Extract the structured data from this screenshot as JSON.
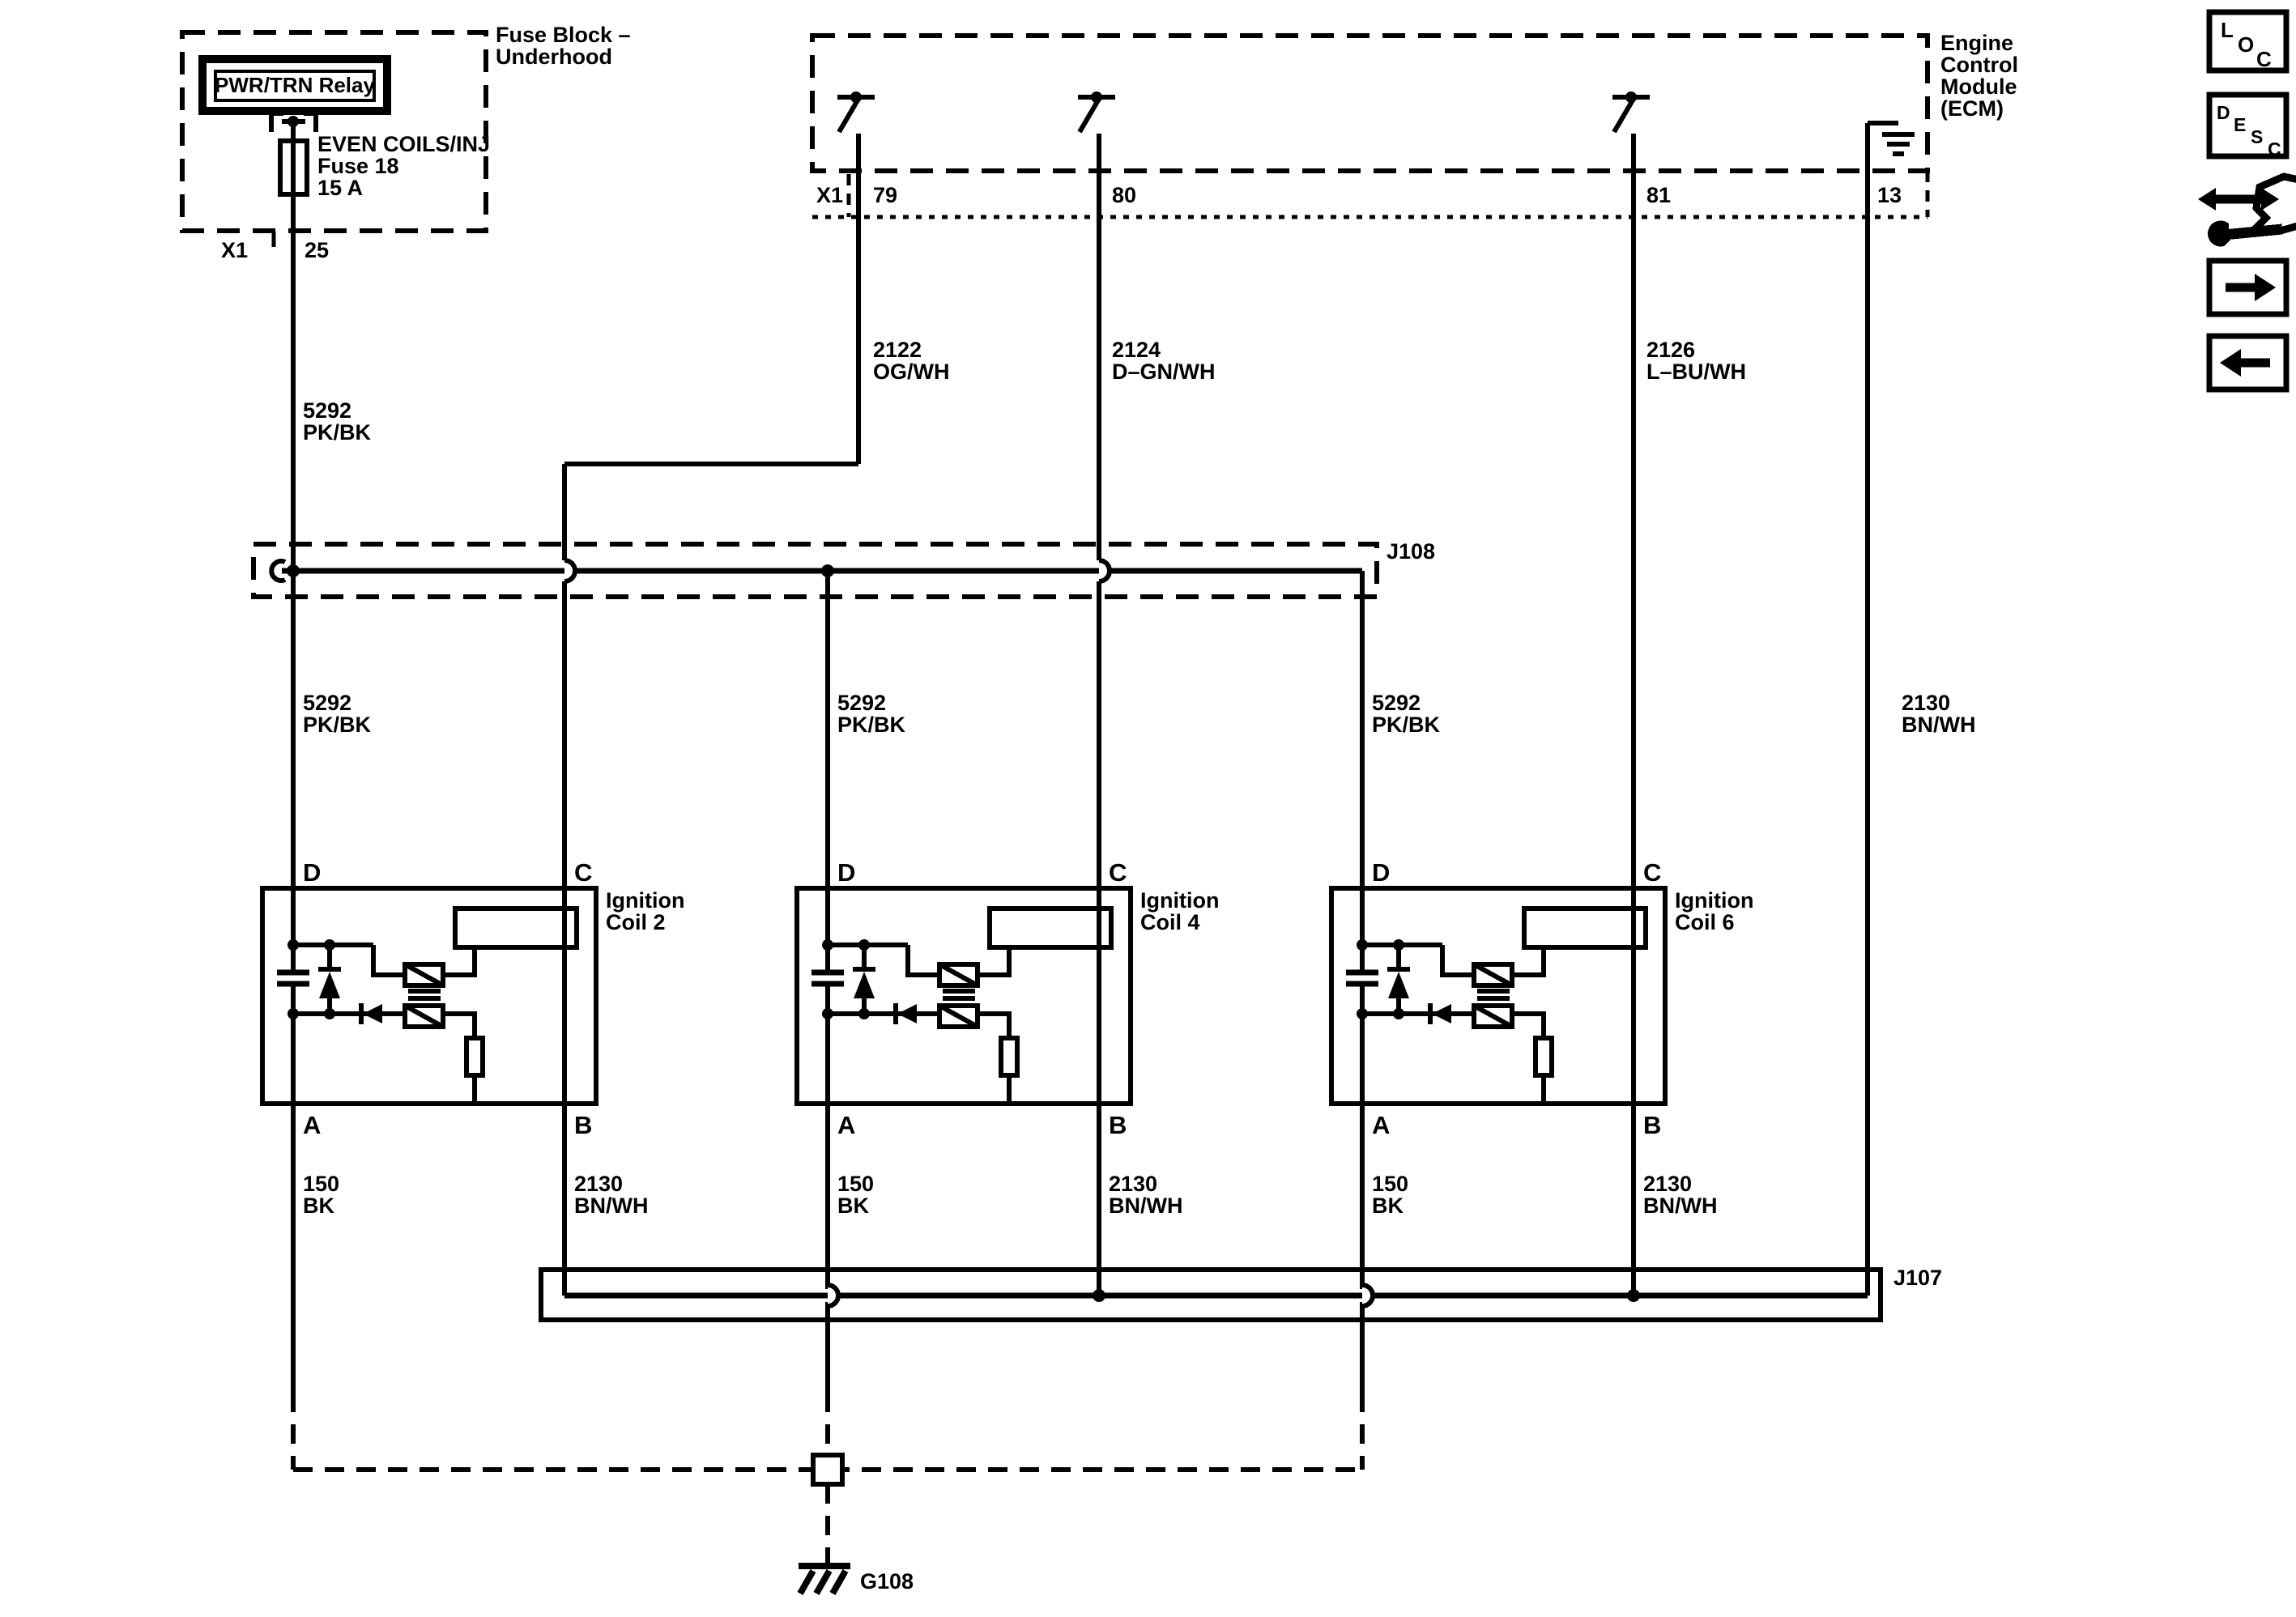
{
  "fuse_block": {
    "title1": "Fuse Block –",
    "title2": "Underhood",
    "relay_label": "PWR/TRN Relay",
    "fuse_line1": "EVEN COILS/INJ",
    "fuse_line2": "Fuse 18",
    "fuse_line3": "15 A",
    "connector": "X1",
    "pin": "25"
  },
  "ecm": {
    "title1": "Engine",
    "title2": "Control",
    "title3": "Module",
    "title4": "(ECM)",
    "connector": "X1",
    "pin79": "79",
    "pin80": "80",
    "pin81": "81",
    "pin13": "13"
  },
  "junctions": {
    "j108": "J108",
    "j107": "J107"
  },
  "ground": {
    "label": "G108"
  },
  "wires": {
    "fuse_feed": {
      "circuit": "5292",
      "color": "PK/BK"
    },
    "coil2_control": {
      "circuit": "2122",
      "color": "OG/WH"
    },
    "coil4_control": {
      "circuit": "2124",
      "color": "D–GN/WH"
    },
    "coil6_control": {
      "circuit": "2126",
      "color": "L–BU/WH"
    },
    "coil2_feed": {
      "circuit": "5292",
      "color": "PK/BK"
    },
    "coil4_feed": {
      "circuit": "5292",
      "color": "PK/BK"
    },
    "coil6_feed": {
      "circuit": "5292",
      "color": "PK/BK"
    },
    "ecm_low_ref": {
      "circuit": "2130",
      "color": "BN/WH"
    },
    "coil2_ground": {
      "circuit": "150",
      "color": "BK"
    },
    "coil4_ground": {
      "circuit": "150",
      "color": "BK"
    },
    "coil6_ground": {
      "circuit": "150",
      "color": "BK"
    },
    "coil2_lowref": {
      "circuit": "2130",
      "color": "BN/WH"
    },
    "coil4_lowref": {
      "circuit": "2130",
      "color": "BN/WH"
    },
    "coil6_lowref": {
      "circuit": "2130",
      "color": "BN/WH"
    }
  },
  "coils": [
    {
      "line1": "Ignition",
      "line2": "Coil 2",
      "pin_d": "D",
      "pin_c": "C",
      "pin_a": "A",
      "pin_b": "B"
    },
    {
      "line1": "Ignition",
      "line2": "Coil 4",
      "pin_d": "D",
      "pin_c": "C",
      "pin_a": "A",
      "pin_b": "B"
    },
    {
      "line1": "Ignition",
      "line2": "Coil 6",
      "pin_d": "D",
      "pin_c": "C",
      "pin_a": "A",
      "pin_b": "B"
    }
  ],
  "sidebar": {
    "loc": [
      "L",
      "O",
      "C"
    ],
    "desc": [
      "D",
      "E",
      "S",
      "C"
    ]
  },
  "colors": {
    "ink": "#000000",
    "paper": "#ffffff"
  }
}
